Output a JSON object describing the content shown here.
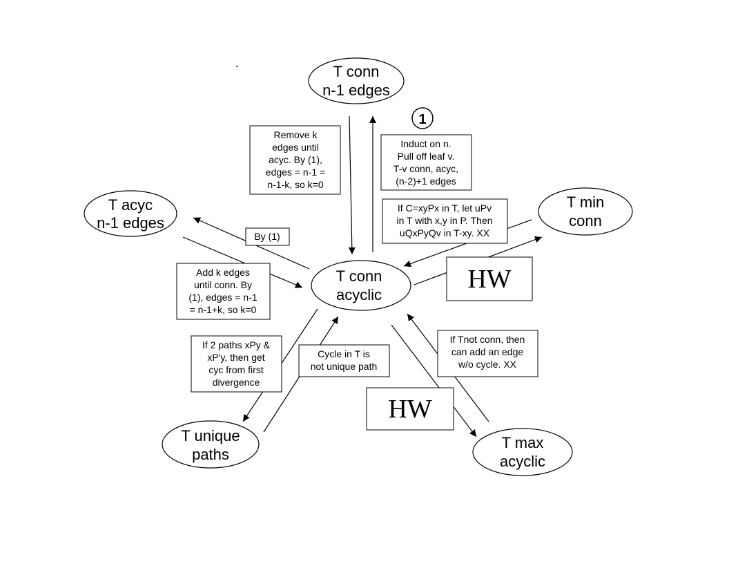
{
  "nodes": {
    "conn_n1": [
      "T conn",
      "n-1 edges"
    ],
    "acyc_n1": [
      "T acyc",
      "n-1 edges"
    ],
    "min_conn": [
      "T min",
      "conn"
    ],
    "center": [
      "T conn",
      "acyclic"
    ],
    "unique": [
      "T unique",
      "paths"
    ],
    "max_acyc": [
      "T max",
      "acyclic"
    ]
  },
  "marker": "1",
  "boxes": {
    "remove_k": [
      "Remove k",
      "edges until",
      "acyc. By (1),",
      "edges = n-1 =",
      "n-1-k, so k=0"
    ],
    "induct": [
      "Induct on n.",
      "Pull off leaf v.",
      "T-v conn, acyc,",
      "(n-2)+1 edges"
    ],
    "cycle_c": [
      "If C=xyPx in T, let uPv",
      "in T with x,y in P. Then",
      "uQxPyQv in T-xy. XX"
    ],
    "by1": [
      "By (1)"
    ],
    "add_k": [
      "Add k edges",
      "until conn. By",
      "(1), edges = n-1",
      "= n-1+k, so k=0"
    ],
    "two_paths": [
      "If 2 paths xPy &",
      "xP'y, then get",
      "cyc from first",
      "divergence"
    ],
    "cycle_unique": [
      "Cycle in T is",
      "not unique path"
    ],
    "not_conn": [
      "If Tnot conn, then",
      "can add an edge",
      "w/o cycle. XX"
    ],
    "hw_right": [
      "HW"
    ],
    "hw_bottom": [
      "HW"
    ]
  }
}
